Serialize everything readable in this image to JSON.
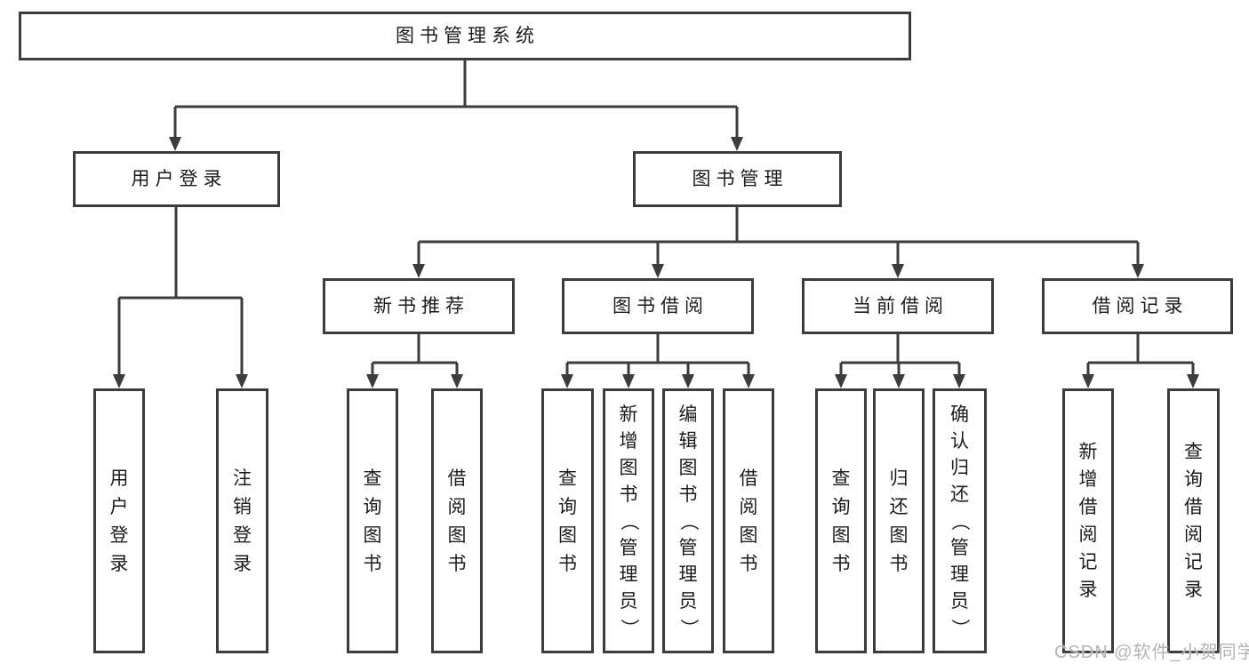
{
  "root": {
    "label": "图书管理系统"
  },
  "user_login": {
    "label": "用户登录",
    "children": [
      "用户登录",
      "注销登录"
    ]
  },
  "book_mgmt": {
    "label": "图书管理"
  },
  "new_book": {
    "label": "新书推荐",
    "children": [
      "查询图书",
      "借阅图书"
    ]
  },
  "borrow": {
    "label": "图书借阅",
    "children": [
      "查询图书",
      "新增图书（管理员）",
      "编辑图书（管理员）",
      "借阅图书"
    ]
  },
  "current": {
    "label": "当前借阅",
    "children": [
      "查询图书",
      "归还图书",
      "确认归还（管理员）"
    ]
  },
  "records": {
    "label": "借阅记录",
    "children": [
      "新增借阅记录",
      "查询借阅记录"
    ]
  },
  "watermark": "CSDN @软件_小贺同学",
  "colors": {
    "line": "#3c3c3c",
    "text": "#1c1c1c",
    "watermark": "#b4b4b4",
    "background": "#ffffff"
  }
}
